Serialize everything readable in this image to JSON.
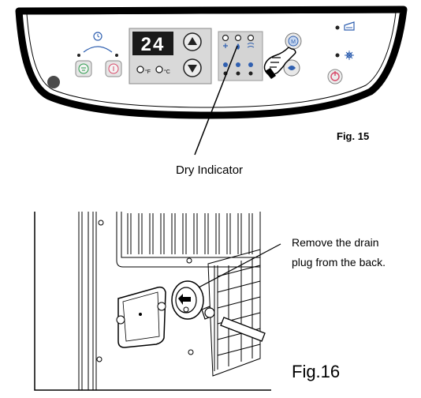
{
  "panel": {
    "display_value": "24",
    "unit_f": "°F",
    "unit_c": "°C"
  },
  "fig15": {
    "callout_label": "Dry Indicator",
    "caption": "Fig. 15"
  },
  "fig16": {
    "callout_line1": "Remove the drain",
    "callout_line2": "plug from the back.",
    "caption": "Fig.16"
  }
}
